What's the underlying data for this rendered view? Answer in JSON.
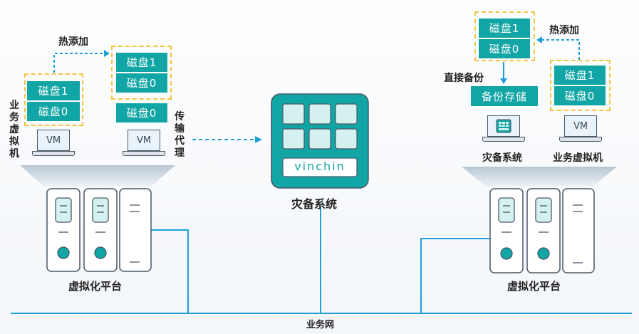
{
  "left": {
    "hot_add": "热添加",
    "disk1": "磁盘1",
    "disk0": "磁盘0",
    "proxy_disk1": "磁盘1",
    "proxy_disk0": "磁盘0",
    "proxy_disk0_b": "磁盘0",
    "vm_label": "VM",
    "proxy_vm_label": "VM",
    "business_vm_vertical": "业务虚拟机",
    "transfer_proxy_vertical": "传输代理",
    "platform": "虚拟化平台"
  },
  "center": {
    "brand": "vinchin",
    "title": "灾备系统"
  },
  "right": {
    "disk1": "磁盘1",
    "disk0": "磁盘0",
    "hot_add": "热添加",
    "vm_disk1": "磁盘1",
    "vm_disk0": "磁盘0",
    "direct_backup": "直接备份",
    "backup_storage": "备份存储",
    "vm_label": "VM",
    "dr_system": "灾备系统",
    "business_vm": "业务虚拟机",
    "platform": "虚拟化平台"
  },
  "network": "业务网",
  "colors": {
    "teal": "#11a5a5",
    "dashed_border": "#f5c242",
    "line_blue": "#1e9fd8"
  }
}
